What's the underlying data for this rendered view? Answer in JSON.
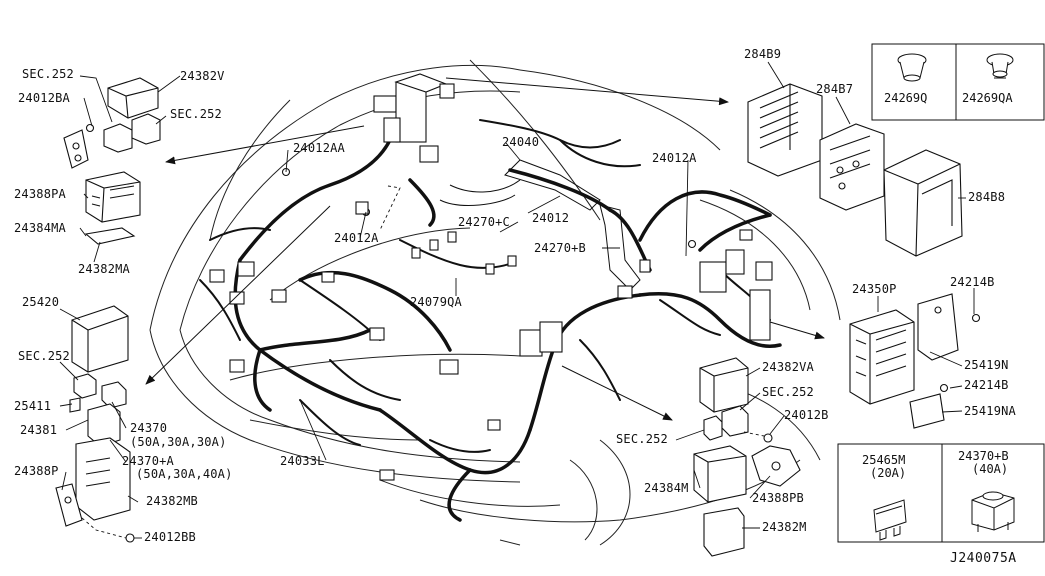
{
  "diagram": {
    "reference": "J240075A",
    "labels": {
      "l_sec252_a": "SEC.252",
      "l_24382V": "24382V",
      "l_24012BA": "24012BA",
      "l_sec252_b": "SEC.252",
      "l_24388PA": "24388PA",
      "l_24384MA": "24384MA",
      "l_24382MA": "24382MA",
      "l_24012AA": "24012AA",
      "l_24040": "24040",
      "l_24012A_top": "24012A",
      "l_24012A_mid": "24012A",
      "l_24270C": "24270+C",
      "l_24012": "24012",
      "l_24270B": "24270+B",
      "l_24079QA": "24079QA",
      "l_25420": "25420",
      "l_sec252_c": "SEC.252",
      "l_25411": "25411",
      "l_24381": "24381",
      "l_24370": "24370",
      "l_24370_sub": "(50A,30A,30A)",
      "l_24370A": "24370+A",
      "l_24370A_sub": "(50A,30A,40A)",
      "l_24388P": "24388P",
      "l_24382MB": "24382MB",
      "l_24012BB": "24012BB",
      "l_24033L": "24033L",
      "l_24382VA": "24382VA",
      "l_sec252_d": "SEC.252",
      "l_24012B": "24012B",
      "l_sec252_e": "SEC.252",
      "l_24384M": "24384M",
      "l_24388PB": "24388PB",
      "l_24382M": "24382M",
      "l_284B9": "284B9",
      "l_284B7": "284B7",
      "l_284B8": "284B8",
      "l_24350P": "24350P",
      "l_24214B_a": "24214B",
      "l_25419N": "25419N",
      "l_24214B_b": "24214B",
      "l_25419NA": "25419NA"
    },
    "insets": {
      "clip_left": "24269Q",
      "clip_right": "24269QA",
      "fuse_left_part": "25465M",
      "fuse_left_rating": "(20A)",
      "fuse_right_part": "24370+B",
      "fuse_right_rating": "(40A)"
    }
  }
}
